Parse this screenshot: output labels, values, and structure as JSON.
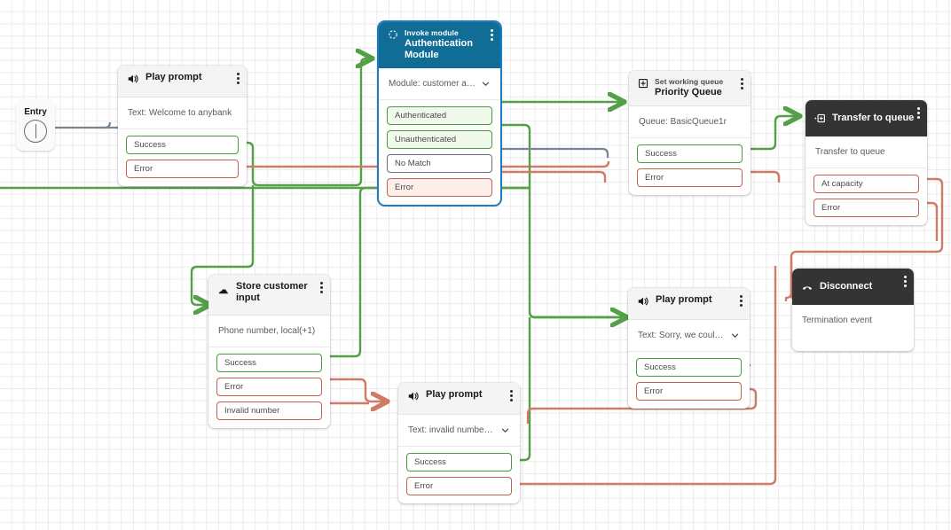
{
  "canvas": {
    "grid": true,
    "bg": "#ffffff",
    "grid_color": "#ececec"
  },
  "colors": {
    "success": "#4a9c3f",
    "error": "#c0634f",
    "neutral": "#66707e",
    "teal_header": "#0f6d96",
    "dark_header": "#343434",
    "light_header": "#f4f4f4",
    "selection": "#1f7bbf"
  },
  "entry": {
    "label": "Entry",
    "icon": "entry-point-icon"
  },
  "nodes": {
    "play_welcome": {
      "subtitle": "",
      "title": "Play prompt",
      "icon": "speaker-icon",
      "body": "Text: Welcome to anybank",
      "has_chevron": false,
      "ports": [
        {
          "label": "Success",
          "kind": "ok"
        },
        {
          "label": "Error",
          "kind": "err"
        }
      ]
    },
    "auth_module": {
      "subtitle": "Invoke module",
      "title": "Authentication Module",
      "icon": "module-icon",
      "body": "Module: customer authen...",
      "has_chevron": true,
      "ports": [
        {
          "label": "Authenticated",
          "kind": "ok"
        },
        {
          "label": "Unauthenticated",
          "kind": "ok"
        },
        {
          "label": "No Match",
          "kind": "neutral"
        },
        {
          "label": "Error",
          "kind": "err"
        }
      ]
    },
    "priority_queue": {
      "subtitle": "Set working queue",
      "title": "Priority Queue",
      "icon": "queue-icon",
      "body": "Queue: BasicQueue1r",
      "has_chevron": false,
      "ports": [
        {
          "label": "Success",
          "kind": "ok"
        },
        {
          "label": "Error",
          "kind": "err"
        }
      ]
    },
    "transfer_to_queue": {
      "subtitle": "",
      "title": "Transfer to queue",
      "icon": "transfer-icon",
      "body": "Transfer to queue",
      "has_chevron": false,
      "ports": [
        {
          "label": "At capacity",
          "kind": "err"
        },
        {
          "label": "Error",
          "kind": "err"
        }
      ]
    },
    "store_customer_input": {
      "subtitle": "",
      "title": "Store customer input",
      "icon": "keypad-icon",
      "body": "Phone number, local(+1)",
      "has_chevron": false,
      "ports": [
        {
          "label": "Success",
          "kind": "ok"
        },
        {
          "label": "Error",
          "kind": "err"
        },
        {
          "label": "Invalid number",
          "kind": "err"
        }
      ]
    },
    "play_invalid": {
      "subtitle": "",
      "title": "Play prompt",
      "icon": "speaker-icon",
      "body": "Text: invalid number or s...",
      "has_chevron": true,
      "ports": [
        {
          "label": "Success",
          "kind": "ok"
        },
        {
          "label": "Error",
          "kind": "err"
        }
      ]
    },
    "play_sorry": {
      "subtitle": "",
      "title": "Play prompt",
      "icon": "speaker-icon",
      "body": "Text: Sorry, we could not...",
      "has_chevron": true,
      "ports": [
        {
          "label": "Success",
          "kind": "ok"
        },
        {
          "label": "Error",
          "kind": "err"
        }
      ]
    },
    "disconnect": {
      "subtitle": "",
      "title": "Disconnect",
      "icon": "hangup-phone-icon",
      "body": "Termination event",
      "has_chevron": false,
      "ports": []
    }
  }
}
